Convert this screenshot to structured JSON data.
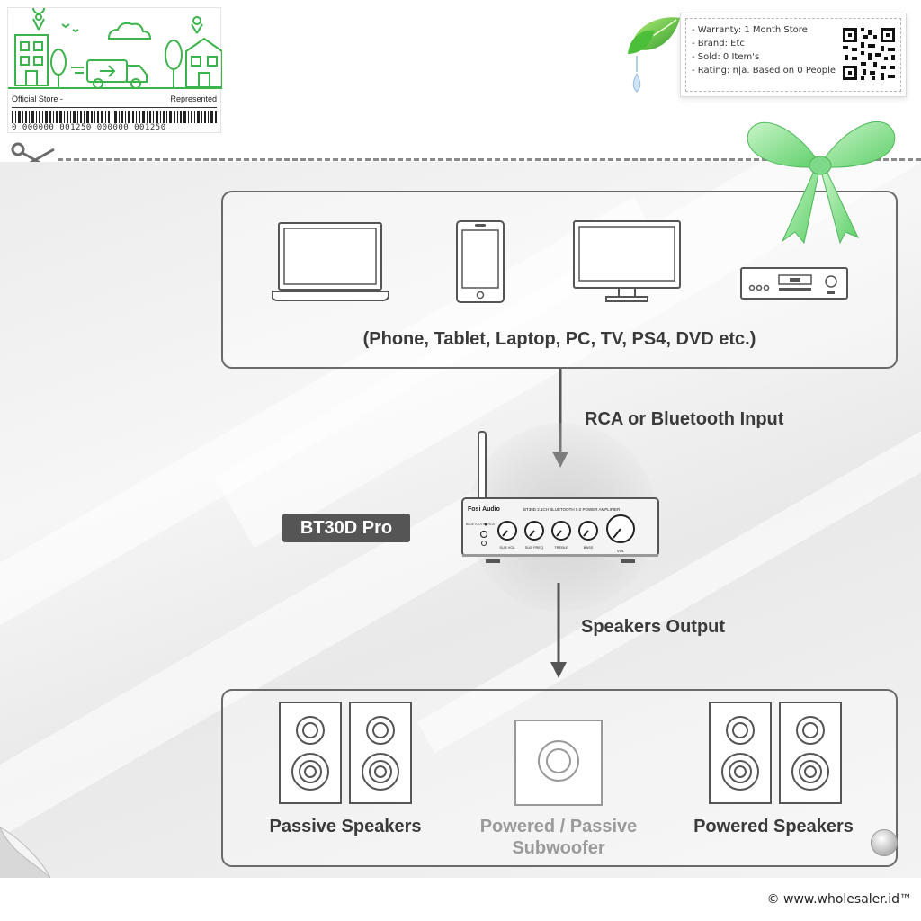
{
  "store": {
    "official_label": "Official Store -",
    "represented_label": "Represented",
    "barcode_number": "0 000000 001250 000000 001250"
  },
  "info": {
    "warranty": "- Warranty: 1 Month Store",
    "brand": "- Brand: Etc",
    "sold": "- Sold: 0 Item's",
    "rating": "- Rating: n|a. Based on 0 People"
  },
  "icons": {
    "scissors": "scissors-icon",
    "qr": "qr-code-icon",
    "leaf": "leaf-droplet-icon",
    "bow": "ribbon-bow-icon"
  },
  "sources": {
    "label": "(Phone, Tablet, Laptop, PC, TV, PS4, DVD etc.)",
    "devices": [
      "laptop",
      "phone",
      "monitor",
      "dvd-player"
    ]
  },
  "flow": {
    "input_label": "RCA or Bluetooth Input",
    "output_label": "Speakers Output"
  },
  "amplifier": {
    "model": "BT30D Pro",
    "brand": "Fosi Audio",
    "panel_text": "BT30D 2.1CH BLUETOOTH 5.0 POWER AMPLIFIER",
    "status_text": "BLUETOOTH · RCA",
    "knobs": [
      "SUB VOL",
      "SUB FREQ",
      "TREBLE",
      "BASS",
      "VOL"
    ]
  },
  "speakers": {
    "passive": "Passive Speakers",
    "sub_line1": "Powered / Passive",
    "sub_line2": "Subwoofer",
    "powered": "Powered Speakers"
  },
  "footer": {
    "copyright": "© www.wholesaler.id™"
  },
  "colors": {
    "accent_green": "#3cb44b",
    "bow_green": "#8fe39a",
    "tag_bg": "#555555",
    "text_dark": "#3a3a3a",
    "text_dim": "#9a9a9a"
  }
}
